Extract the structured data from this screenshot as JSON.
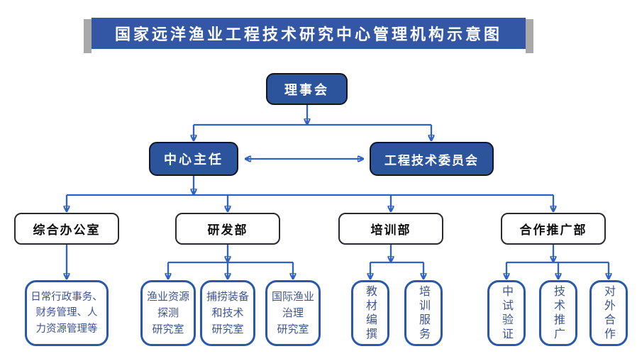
{
  "title": "国家远洋渔业工程技术研究中心管理机构示意图",
  "colors": {
    "banner_blue": "#3457a5",
    "node_blue": "#2b549d",
    "node_dark_border": "#14161f",
    "connector_blue": "#2e61c4",
    "unit_border_blue": "#2a58ab",
    "unit_text_blue": "#3d548f",
    "banner_cap_gray": "#a9a9a9"
  },
  "org": {
    "board": "理事会",
    "director": "中心主任",
    "committee": "工程技术委员会",
    "departments": [
      {
        "label": "综合办公室"
      },
      {
        "label": "研发部"
      },
      {
        "label": "培训部"
      },
      {
        "label": "合作推广部"
      }
    ],
    "units": {
      "admin": {
        "lines": [
          "日常行政事务、",
          "财务管理、人",
          "力资源管理等"
        ]
      },
      "rd": [
        {
          "lines": [
            "渔业资源",
            "探测",
            "研究室"
          ]
        },
        {
          "lines": [
            "捕捞装备",
            "和技术",
            "研究室"
          ]
        },
        {
          "lines": [
            "国际渔业",
            "治理",
            "研究室"
          ]
        }
      ],
      "training": [
        {
          "label": "教材编撰"
        },
        {
          "label": "培训服务"
        }
      ],
      "cooperation": [
        {
          "label": "中试验证"
        },
        {
          "label": "技术推广"
        },
        {
          "label": "对外合作"
        }
      ]
    }
  }
}
